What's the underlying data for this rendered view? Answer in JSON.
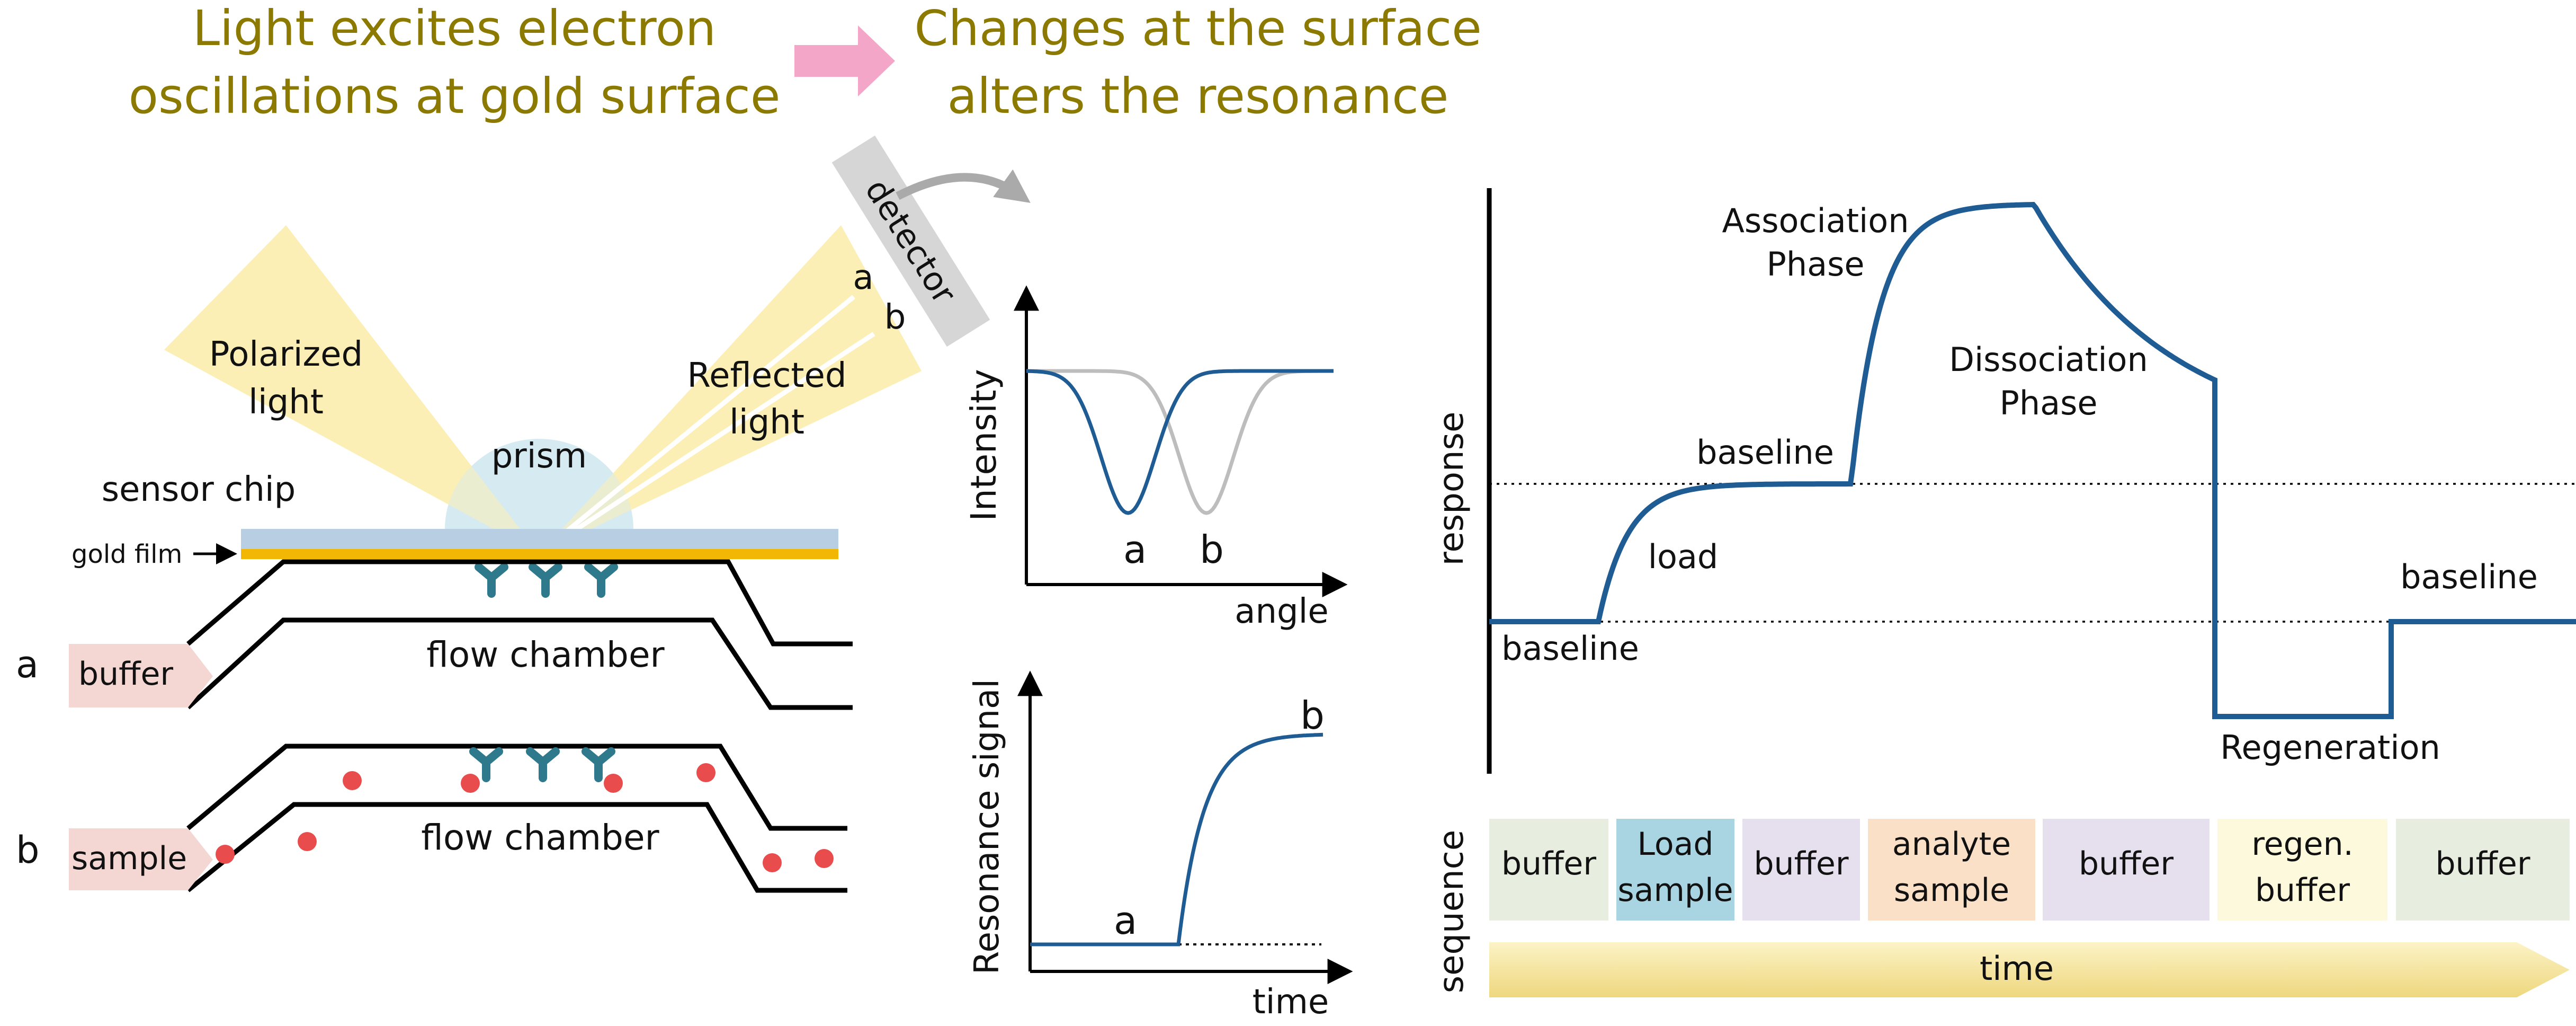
{
  "header": {
    "left_line1": "Light excites electron",
    "left_line2": "oscillations at gold surface",
    "right_line1": "Changes at the surface",
    "right_line2": "alters the resonance"
  },
  "colors": {
    "header_text": "#8C7A00",
    "arrow_pink": "#F4A6C8",
    "light_beam": "#FBEFB5",
    "prism": "#D6EAF2",
    "chip": "#B8CFE3",
    "gold": "#F2B705",
    "antibody": "#2E7A8C",
    "particle": "#E84C4C",
    "inlet_arrow": "#F4D7D3",
    "curve_blue": "#1F5C93",
    "curve_gray": "#BDBDBD"
  },
  "spr": {
    "polarized_light": [
      "Polarized",
      "light"
    ],
    "reflected_light": [
      "Reflected",
      "light"
    ],
    "prism": "prism",
    "detector": "detector",
    "sensor_chip": "sensor chip",
    "gold_film": "gold film",
    "beam_a": "a",
    "beam_b": "b",
    "channel_a": {
      "letter": "a",
      "inlet": "buffer",
      "label": "flow chamber"
    },
    "channel_b": {
      "letter": "b",
      "inlet": "sample",
      "label": "flow chamber"
    }
  },
  "small_charts": {
    "angle": {
      "ylabel": "Intensity",
      "xlabel": "angle",
      "label_a": "a",
      "label_b": "b"
    },
    "time": {
      "ylabel": "Resonance signal",
      "xlabel": "time",
      "label_a": "a",
      "label_b": "b"
    }
  },
  "sensorgram": {
    "ylabel": "response",
    "labels": {
      "baseline_left": "baseline",
      "load": "load",
      "baseline_mid": "baseline",
      "association": [
        "Association",
        "Phase"
      ],
      "dissociation": [
        "Dissociation",
        "Phase"
      ],
      "regeneration": "Regeneration",
      "baseline_right": "baseline"
    }
  },
  "sequence": {
    "label": "sequence",
    "time_label": "time",
    "segments": [
      {
        "lines": [
          "buffer"
        ],
        "color": "#E7EDDF"
      },
      {
        "lines": [
          "Load",
          "sample"
        ],
        "color": "#A9D4E2"
      },
      {
        "lines": [
          "buffer"
        ],
        "color": "#E6E0EE"
      },
      {
        "lines": [
          "analyte",
          "sample"
        ],
        "color": "#FBE0C8"
      },
      {
        "lines": [
          "buffer"
        ],
        "color": "#E6E0EE"
      },
      {
        "lines": [
          "regen.",
          "buffer"
        ],
        "color": "#FDF9DD"
      },
      {
        "lines": [
          "buffer"
        ],
        "color": "#E7EDDF"
      }
    ]
  }
}
